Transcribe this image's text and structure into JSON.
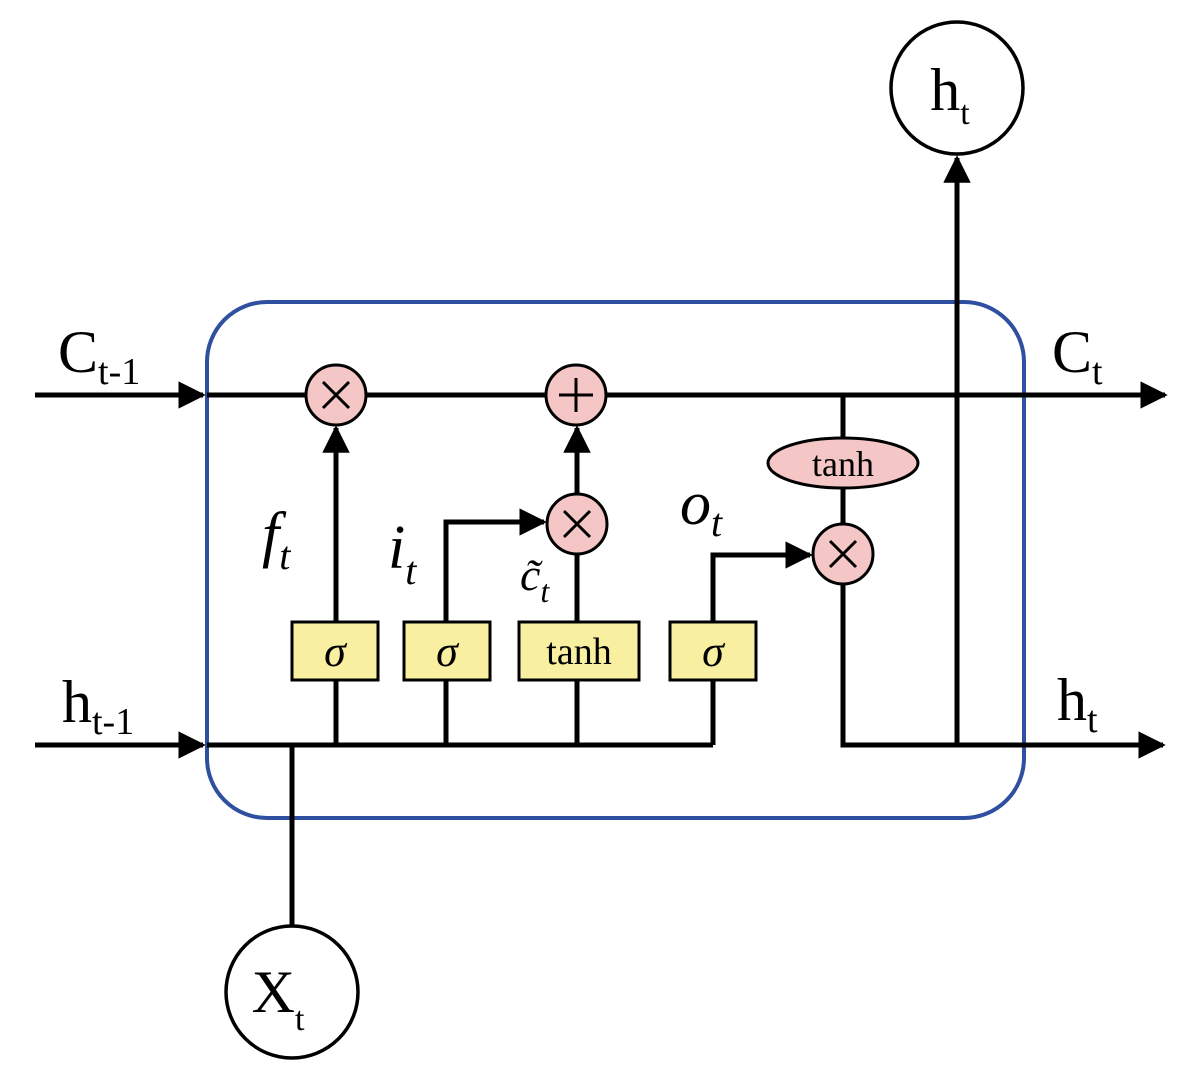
{
  "diagram": {
    "cell_border_color": "#2f4fa0",
    "gate_fill_color": "#f8f0a0",
    "op_fill_color": "#f5c6c6",
    "inputs": {
      "c_prev": {
        "base": "C",
        "sub": "t-1"
      },
      "h_prev": {
        "base": "h",
        "sub": "t-1"
      },
      "x": {
        "base": "X",
        "sub": "t"
      }
    },
    "outputs": {
      "c_out": {
        "base": "C",
        "sub": "t"
      },
      "h_out": {
        "base": "h",
        "sub": "t"
      },
      "h_top": {
        "base": "h",
        "sub": "t"
      }
    },
    "gates": {
      "forget": {
        "symbol": "σ",
        "label_base": "f",
        "label_sub": "t"
      },
      "input": {
        "symbol": "σ",
        "label_base": "i",
        "label_sub": "t"
      },
      "candidate": {
        "symbol": "tanh",
        "label_base": "c̃",
        "label_sub": "t"
      },
      "output": {
        "symbol": "σ",
        "label_base": "o",
        "label_sub": "t"
      }
    },
    "cell_tanh": "tanh",
    "ops": {
      "forget_mul": "multiply-icon",
      "cell_add": "plus-icon",
      "input_mul": "multiply-icon",
      "output_mul": "multiply-icon"
    }
  }
}
